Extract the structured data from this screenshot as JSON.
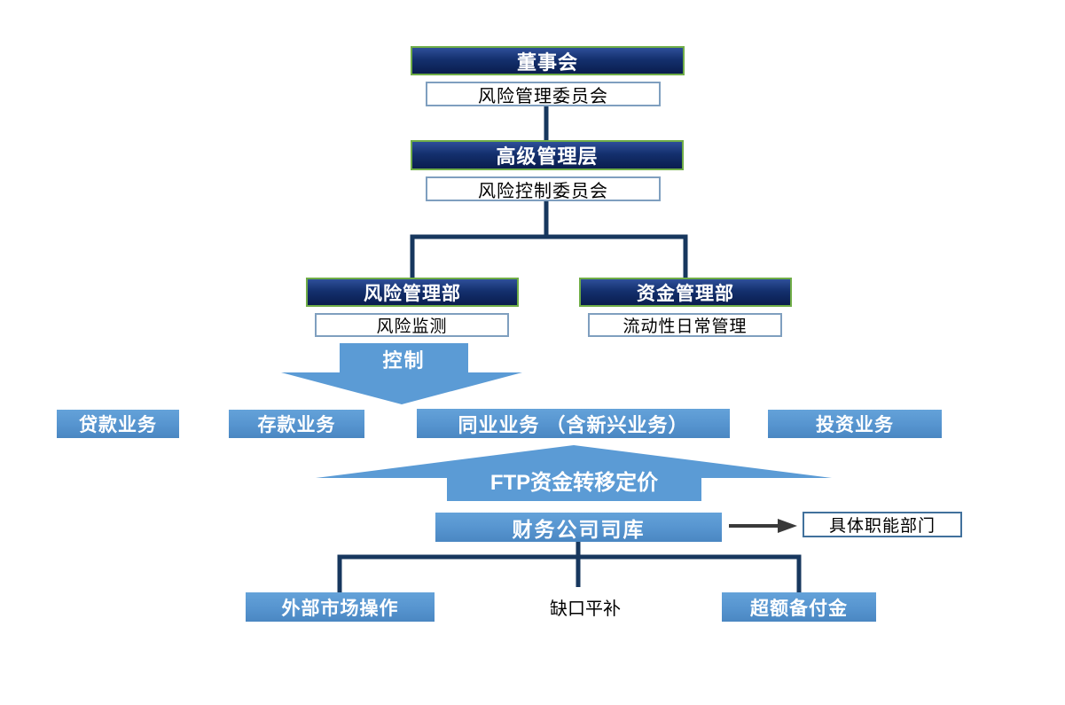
{
  "diagram": {
    "nodes": {
      "board": "董事会",
      "risk_mgmt_committee": "风险管理委员会",
      "senior_mgmt": "高级管理层",
      "risk_control_committee": "风险控制委员会",
      "risk_mgmt_dept": "风险管理部",
      "risk_monitoring": "风险监测",
      "fund_mgmt_dept": "资金管理部",
      "liquidity_daily_mgmt": "流动性日常管理",
      "control_arrow_label": "控制",
      "loan_business": "贷款业务",
      "deposit_business": "存款业务",
      "interbank_business": "同业业务 （含新兴业务）",
      "investment_business": "投资业务",
      "ftp_arrow_label": "FTP资金转移定价",
      "treasury": "财务公司司库",
      "functional_depts": "具体职能部门",
      "external_market_ops": "外部市场操作",
      "gap_balancing": "缺口平补",
      "excess_reserves": "超额备付金"
    },
    "colors": {
      "navy_box_top": "#2e4f99",
      "navy_box_bottom": "#0a1d4e",
      "navy_box_border_green": "#70ad47",
      "light_blue_accent": "#5b9bd5",
      "connector_navy": "#17375e",
      "white_box_border": "#7f9fbf",
      "functional_box_border": "#41719c",
      "black_arrow": "#3a3a3a",
      "background": "#ffffff"
    }
  }
}
